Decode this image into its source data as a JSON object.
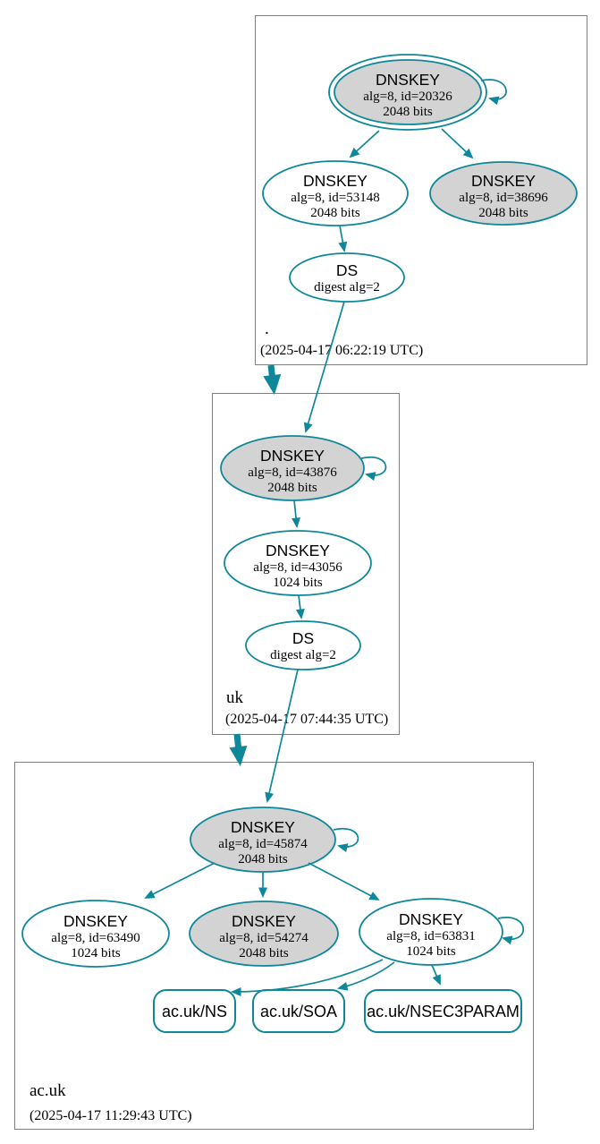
{
  "diagram": {
    "kind": "dnssec-authentication-chain-graph",
    "colors": {
      "edge": "#0f879a",
      "node_border": "#0f879a",
      "node_fill_plain": "#ffffff",
      "node_fill_filled": "#d3d3d3",
      "zone_box_border": "#7f7f7f",
      "text": "#000000"
    },
    "zones": [
      {
        "name": ".",
        "timestamp": "(2025-04-17 06:22:19 UTC)",
        "nodes": {
          "dnskey_20326": {
            "title": "DNSKEY",
            "detail": "alg=8, id=20326",
            "bits": "2048 bits",
            "variant": "filled",
            "double_border": true,
            "self_signing": true
          },
          "dnskey_53148": {
            "title": "DNSKEY",
            "detail": "alg=8, id=53148",
            "bits": "2048 bits",
            "variant": "plain"
          },
          "dnskey_38696": {
            "title": "DNSKEY",
            "detail": "alg=8, id=38696",
            "bits": "2048 bits",
            "variant": "filled"
          },
          "ds": {
            "title": "DS",
            "detail": "digest alg=2",
            "variant": "plain"
          }
        }
      },
      {
        "name": "uk",
        "timestamp": "(2025-04-17 07:44:35 UTC)",
        "nodes": {
          "dnskey_43876": {
            "title": "DNSKEY",
            "detail": "alg=8, id=43876",
            "bits": "2048 bits",
            "variant": "filled",
            "self_signing": true
          },
          "dnskey_43056": {
            "title": "DNSKEY",
            "detail": "alg=8, id=43056",
            "bits": "1024 bits",
            "variant": "plain"
          },
          "ds": {
            "title": "DS",
            "detail": "digest alg=2",
            "variant": "plain"
          }
        }
      },
      {
        "name": "ac.uk",
        "timestamp": "(2025-04-17 11:29:43 UTC)",
        "nodes": {
          "dnskey_45874": {
            "title": "DNSKEY",
            "detail": "alg=8, id=45874",
            "bits": "2048 bits",
            "variant": "filled",
            "self_signing": true
          },
          "dnskey_63490": {
            "title": "DNSKEY",
            "detail": "alg=8, id=63490",
            "bits": "1024 bits",
            "variant": "plain"
          },
          "dnskey_54274": {
            "title": "DNSKEY",
            "detail": "alg=8, id=54274",
            "bits": "2048 bits",
            "variant": "filled"
          },
          "dnskey_63831": {
            "title": "DNSKEY",
            "detail": "alg=8, id=63831",
            "bits": "1024 bits",
            "variant": "plain",
            "self_signing": true
          },
          "rrset_ns": {
            "label": "ac.uk/NS"
          },
          "rrset_soa": {
            "label": "ac.uk/SOA"
          },
          "rrset_nsec3param": {
            "label": "ac.uk/NSEC3PARAM"
          }
        }
      }
    ]
  }
}
